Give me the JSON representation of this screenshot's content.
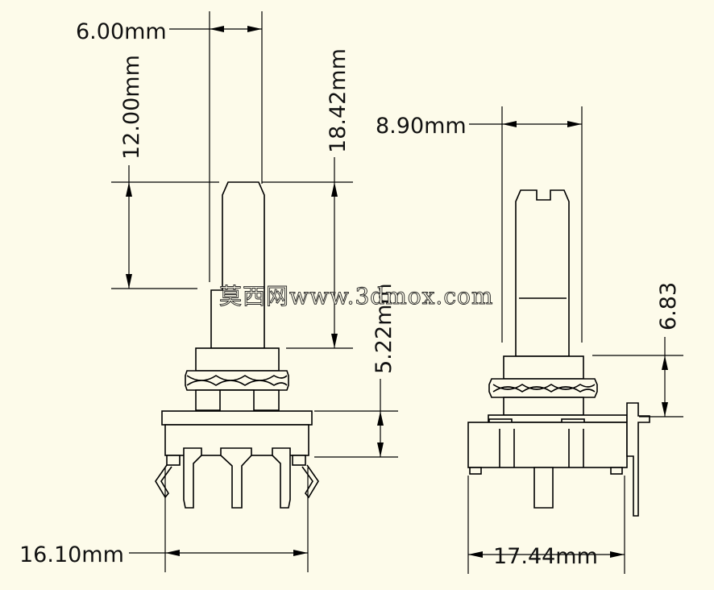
{
  "dimensions": {
    "shaft_width": "6.00mm",
    "shaft_top_length": "12.00mm",
    "shaft_total_length": "18.42mm",
    "bushing_height": "5.22mm",
    "body_width_front": "16.10mm",
    "shaft_side_width": "8.90mm",
    "side_height": "6.83",
    "body_width_side": "17.44mm"
  },
  "watermark": "莫西网www.3dmox.com",
  "colors": {
    "background": "#fdfbea",
    "lines": "#000000"
  }
}
